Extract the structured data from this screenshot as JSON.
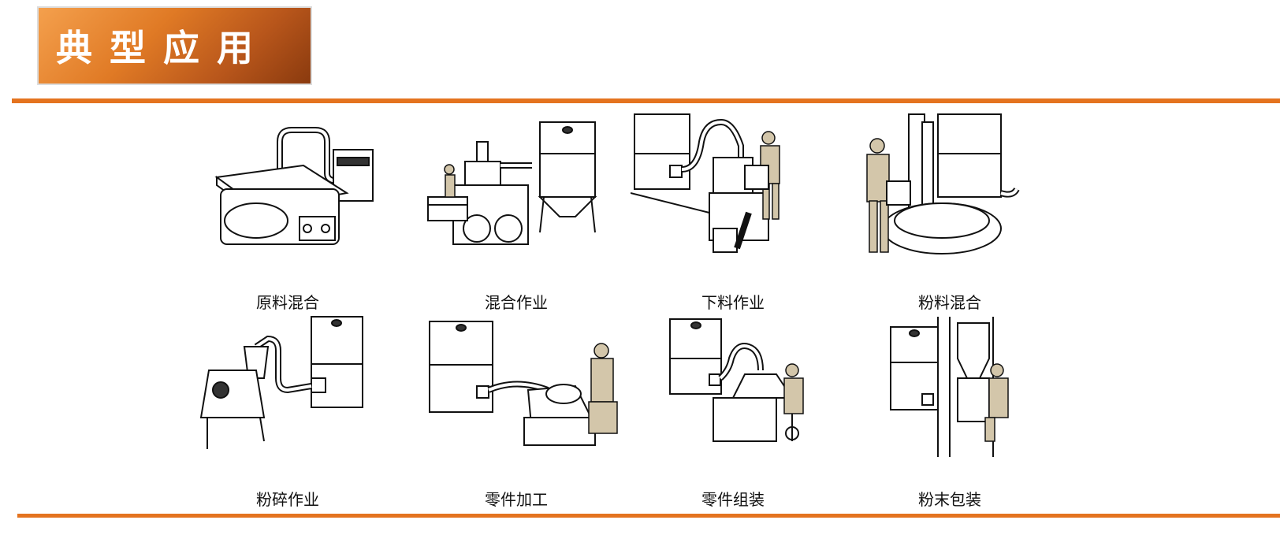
{
  "header": {
    "title": "典型应用"
  },
  "colors": {
    "accent": "#e4731f",
    "title_gradient_start": "#f4a04d",
    "title_gradient_end": "#8a3a0e",
    "worker_fill": "#d3c6aa"
  },
  "applications": [
    {
      "label": "原料混合",
      "icon": "material-mixing-illustration"
    },
    {
      "label": "混合作业",
      "icon": "mixing-operation-illustration"
    },
    {
      "label": "下料作业",
      "icon": "feeding-operation-illustration"
    },
    {
      "label": "粉料混合",
      "icon": "powder-mixing-illustration"
    },
    {
      "label": "粉碎作业",
      "icon": "crushing-operation-illustration"
    },
    {
      "label": "零件加工",
      "icon": "parts-machining-illustration"
    },
    {
      "label": "零件组装",
      "icon": "parts-assembly-illustration"
    },
    {
      "label": "粉末包装",
      "icon": "powder-packaging-illustration"
    }
  ]
}
